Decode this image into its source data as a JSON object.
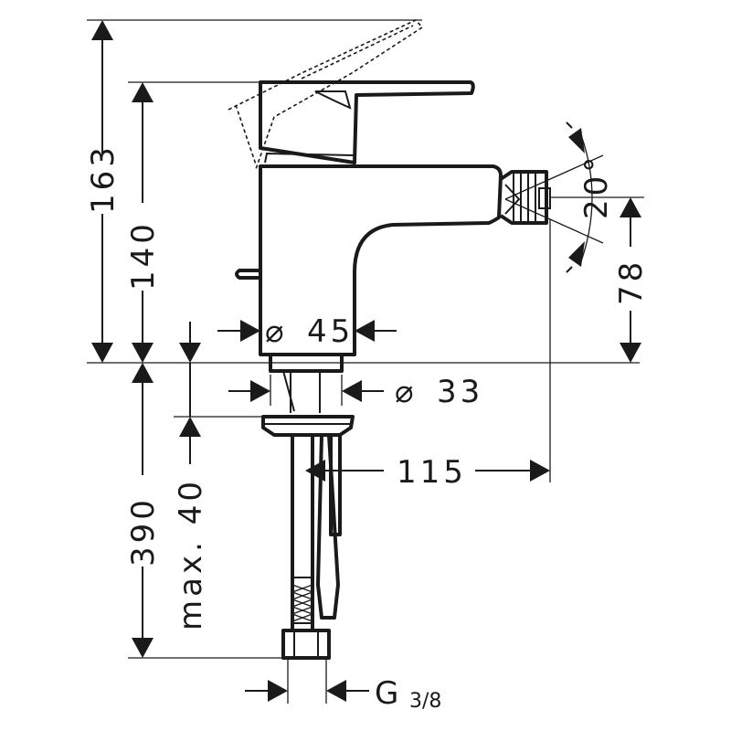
{
  "dimensions": {
    "height_total": "163",
    "height_spout_top": "140",
    "spout_height": "78",
    "angle": "20°",
    "body_diameter": "45",
    "shank_diameter": "33",
    "projection": "115",
    "hose_length": "390",
    "max_thickness": "max. 40",
    "connection": "G",
    "connection_size": "3/8"
  },
  "symbols": {
    "diameter": "⌀"
  }
}
